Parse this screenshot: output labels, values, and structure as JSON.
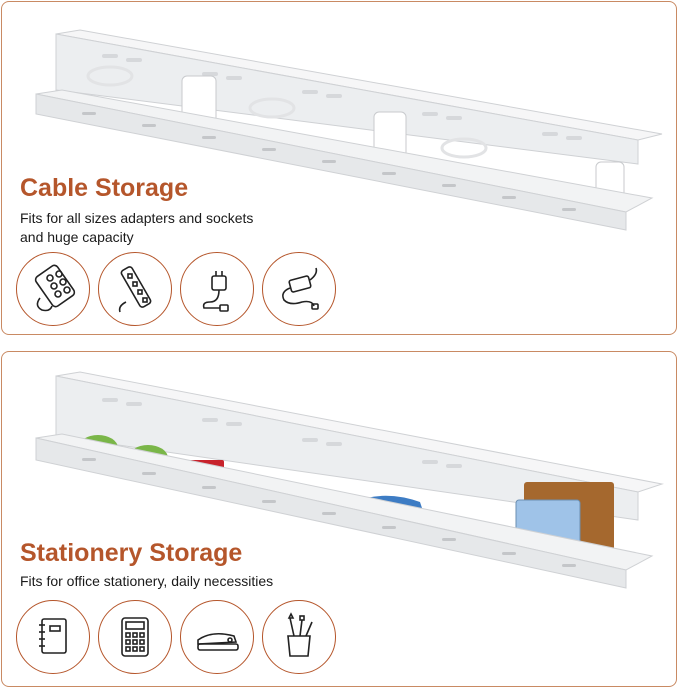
{
  "sections": {
    "cable": {
      "title": "Cable Storage",
      "description": [
        "Fits for all sizes adapters and sockets",
        "and huge capacity"
      ],
      "icons": [
        "power-strip-icon",
        "power-strip-long-icon",
        "plug-adapter-icon",
        "laptop-charger-icon"
      ]
    },
    "stationery": {
      "title": "Stationery Storage",
      "description": [
        "Fits for office stationery, daily necessities"
      ],
      "icons": [
        "notebook-icon",
        "calculator-icon",
        "stapler-icon",
        "pen-holder-icon"
      ]
    }
  },
  "colors": {
    "accent": "#b5562b",
    "border": "#c98a63",
    "tray": "#eeeff1",
    "tape": "#7ab648",
    "note-yellow": "#f3e77a",
    "stapler": "#3d7cc4"
  }
}
